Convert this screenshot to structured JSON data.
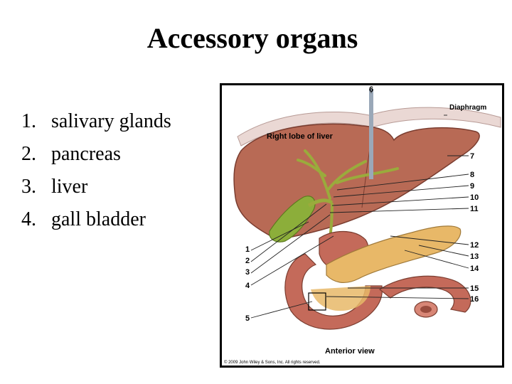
{
  "slide": {
    "title": "Accessory organs",
    "items": [
      {
        "number": "1.",
        "text": "salivary glands"
      },
      {
        "number": "2.",
        "text": "pancreas"
      },
      {
        "number": "3.",
        "text": "liver"
      },
      {
        "number": "4.",
        "text": "gall bladder"
      }
    ]
  },
  "figure": {
    "labels": {
      "diaphragm": "Diaphragm",
      "right_lobe": "Right lobe of liver",
      "view": "Anterior view",
      "copyright": "© 2009 John Wiley & Sons, Inc. All rights reserved."
    },
    "numbers": [
      "1",
      "2",
      "3",
      "4",
      "5",
      "6",
      "7",
      "8",
      "9",
      "10",
      "11",
      "12",
      "13",
      "14",
      "15",
      "16"
    ],
    "colors": {
      "liver": "#b86a55",
      "gallbladder": "#8cae3a",
      "pancreas": "#e8b868",
      "duodenum": "#c46a5a",
      "bile_duct": "#9aab3c",
      "diaphragm": "#ead8d4",
      "frame": "#000000"
    }
  }
}
